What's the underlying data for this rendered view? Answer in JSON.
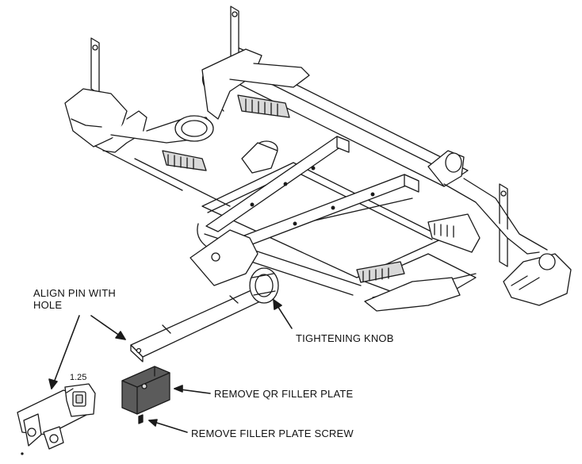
{
  "callouts": {
    "align_pin_line1": "ALIGN PIN WITH",
    "align_pin_line2": "HOLE",
    "tightening_knob": "TIGHTENING KNOB",
    "remove_qr_filler_plate": "REMOVE QR FILLER PLATE",
    "remove_filler_plate_screw": "REMOVE FILLER PLATE SCREW"
  },
  "dimension_label": "1.25",
  "colors": {
    "line": "#1a1a1a",
    "part_fill": "#ffffff",
    "shade": "#d9d9d9",
    "filler_plate": "#5b5b5b"
  }
}
